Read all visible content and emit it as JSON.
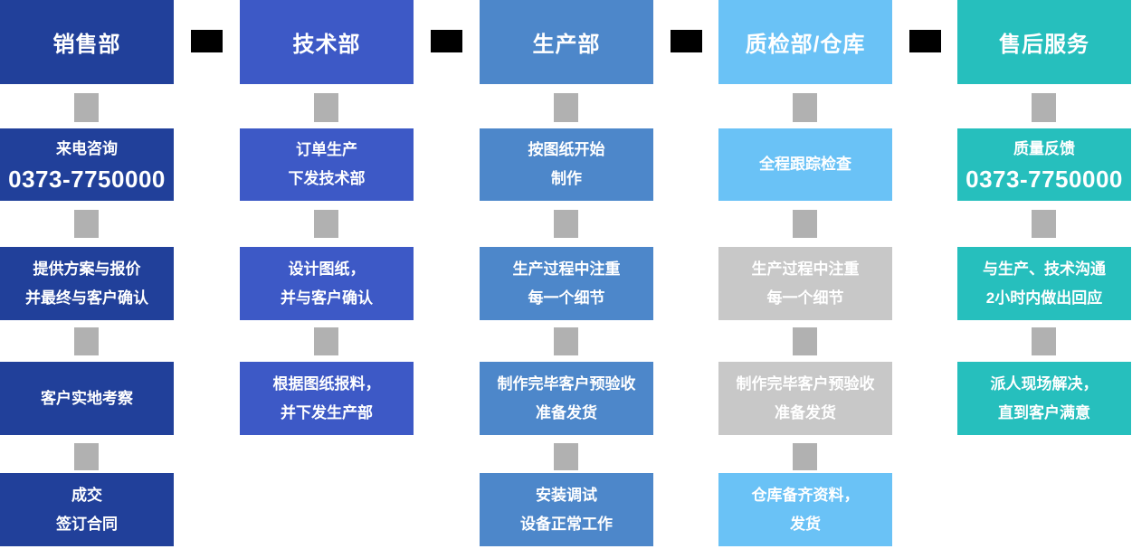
{
  "palette": {
    "sales": "#21409a",
    "tech": "#3d59c6",
    "production": "#4d87ca",
    "qc": "#6ac2f6",
    "aftersales": "#26bfbd",
    "connector": "#b1b1b1",
    "graybox": "#c8c8c8",
    "link": "#000000",
    "text": "#ffffff"
  },
  "columns": [
    {
      "id": "sales",
      "header": "销售部",
      "steps": [
        {
          "variant": "phone",
          "lines": [
            "来电咨询",
            "0373-7750000"
          ]
        },
        {
          "variant": "normal",
          "lines": [
            "提供方案与报价",
            "并最终与客户确认"
          ]
        },
        {
          "variant": "normal",
          "lines": [
            "客户实地考察"
          ]
        },
        {
          "variant": "normal",
          "lines": [
            "成交",
            "签订合同"
          ]
        }
      ]
    },
    {
      "id": "tech",
      "header": "技术部",
      "steps": [
        {
          "variant": "normal",
          "lines": [
            "订单生产",
            "下发技术部"
          ]
        },
        {
          "variant": "normal",
          "lines": [
            "设计图纸，",
            "并与客户确认"
          ]
        },
        {
          "variant": "normal",
          "lines": [
            "根据图纸报料，",
            "并下发生产部"
          ]
        }
      ]
    },
    {
      "id": "production",
      "header": "生产部",
      "steps": [
        {
          "variant": "normal",
          "lines": [
            "按图纸开始",
            "制作"
          ]
        },
        {
          "variant": "normal",
          "lines": [
            "生产过程中注重",
            "每一个细节"
          ]
        },
        {
          "variant": "normal",
          "lines": [
            "制作完毕客户预验收",
            "准备发货"
          ]
        },
        {
          "variant": "normal",
          "lines": [
            "安装调试",
            "设备正常工作"
          ]
        }
      ]
    },
    {
      "id": "qc",
      "header": "质检部/仓库",
      "steps": [
        {
          "variant": "normal",
          "lines": [
            "全程跟踪检查"
          ]
        },
        {
          "variant": "gray",
          "lines": [
            "生产过程中注重",
            "每一个细节"
          ]
        },
        {
          "variant": "gray",
          "lines": [
            "制作完毕客户预验收",
            "准备发货"
          ]
        },
        {
          "variant": "normal",
          "lines": [
            "仓库备齐资料，",
            "发货"
          ]
        }
      ]
    },
    {
      "id": "aftersales",
      "header": "售后服务",
      "steps": [
        {
          "variant": "phone",
          "lines": [
            "质量反馈",
            "0373-7750000"
          ]
        },
        {
          "variant": "normal",
          "lines": [
            "与生产、技术沟通",
            "2小时内做出回应"
          ]
        },
        {
          "variant": "normal",
          "lines": [
            "派人现场解决，",
            "直到客户满意"
          ]
        }
      ]
    }
  ]
}
